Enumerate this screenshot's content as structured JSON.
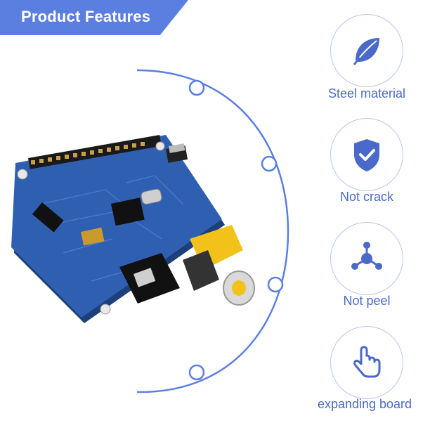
{
  "banner": {
    "title": "Product Features"
  },
  "features": [
    {
      "label": "Steel material",
      "icon": "leaf-icon"
    },
    {
      "label": "Not crack",
      "icon": "shield-check-icon"
    },
    {
      "label": "Not peel",
      "icon": "molecule-icon"
    },
    {
      "label": "expanding board",
      "icon": "hand-pointer-icon"
    }
  ],
  "colors": {
    "accent": "#5b7fe0",
    "board": "#2f5fb0",
    "label": "#4a69c9"
  }
}
